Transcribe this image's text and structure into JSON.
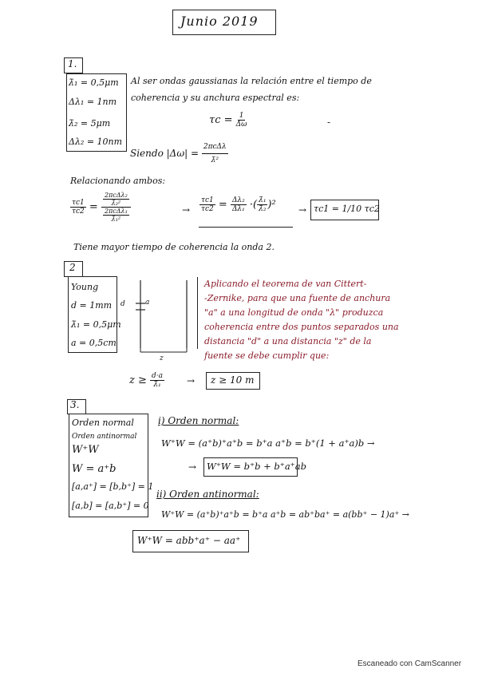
{
  "title": "Junio 2019",
  "watermark": "Escaneado con CamScanner",
  "s1": {
    "num": "1.",
    "data": [
      "λ̄₁ = 0,5μm",
      "Δλ₁ = 1nm",
      "λ̄₂ = 5μm",
      "Δλ₂ = 10nm"
    ],
    "text1": "Al ser ondas gaussianas la relación entre el tiempo de",
    "text2": "coherencia y su anchura espectral es:",
    "eq_tc_left": "τc =",
    "eq_tc_num": "1",
    "eq_tc_den": "Δω",
    "siendo": "Siendo |Δω| =",
    "siendo_num": "2πcΔλ",
    "siendo_den": "λ̄²",
    "rel": "Relacionando ambos:",
    "r_left_num": "τc1",
    "r_left_den": "τc2",
    "r_mid_num_num": "2πcΔλ₂",
    "r_mid_num_den": "λ̄₂²",
    "r_mid_den_num": "2πcΔλ₁",
    "r_mid_den_den": "λ̄₁²",
    "r2_left_num": "τc1",
    "r2_left_den": "τc2",
    "r2_num": "Δλ₂",
    "r2_den": "Δλ₁",
    "r2_par_num": "λ̄₁",
    "r2_par_den": "λ̄₂",
    "result": "τc1 = 1/10 τc2",
    "conclusion": "Tiene mayor tiempo de coherencia la onda 2."
  },
  "s2": {
    "num": "2",
    "data": [
      "Young",
      "d = 1mm",
      "λ̄₁ = 0,5μm",
      "a = 0,5cm"
    ],
    "text": [
      "Aplicando el teorema de van Cittert-",
      "-Zernike, para que una fuente de anchura",
      "\"a\" a una longitud de onda \"λ\" produzca",
      "coherencia entre dos puntos separados una",
      "distancia \"d\" a una distancia \"z\" de la",
      "fuente se debe cumplir que:"
    ],
    "z_label": "z",
    "d_label": "d",
    "a_label": "a",
    "eq_left": "z ≥",
    "eq_num": "d·a",
    "eq_den": "λ̄₁",
    "result": "z ≥ 10 m"
  },
  "s3": {
    "num": "3.",
    "data": [
      "Orden normal",
      "Orden antinormal",
      "W⁺W",
      "W = a⁺b",
      "[a,a⁺] = [b,b⁺] = 1",
      "[a,b] = [a,b⁺] = 0"
    ],
    "i_label": "i) Orden normal:",
    "i_eq": "W⁺W = (a⁺b)⁺a⁺b = b⁺a a⁺b = b⁺(1 + a⁺a)b →",
    "i_result": "W⁺W = b⁺b + b⁺a⁺ab",
    "ii_label": "ii) Orden antinormal:",
    "ii_eq": "W⁺W = (a⁺b)⁺a⁺b = b⁺a a⁺b = ab⁺ba⁺ = a(bb⁺ − 1)a⁺ →",
    "ii_result": "W⁺W = abb⁺a⁺ − aa⁺"
  }
}
